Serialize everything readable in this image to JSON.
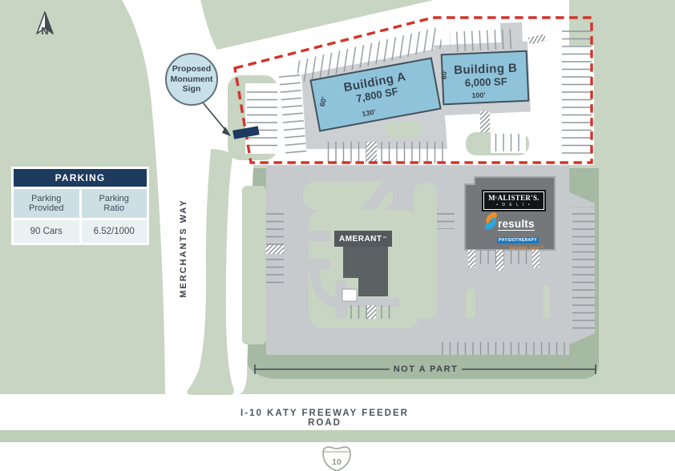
{
  "colors": {
    "green_light": "#c7d5c2",
    "green_dark_pad": "#a6b9a3",
    "green_median_strip": "#bccfb7",
    "lot_gray": "#c6cacd",
    "pad_gray": "#ccd0d3",
    "building_blue": "#8fc3da",
    "building_outline": "#42525e",
    "boundary_red": "#d2342b",
    "navy": "#1d3a5f",
    "dark_building_gray": "#75787b",
    "results_blue": "#1a79be",
    "results_orange": "#ef8e2b"
  },
  "north_label": "N",
  "monument_callout": {
    "line1": "Proposed",
    "line2": "Monument",
    "line3": "Sign"
  },
  "buildings": {
    "a": {
      "name": "Building A",
      "size": "7,800 SF",
      "depth": "60'",
      "width": "130'"
    },
    "b": {
      "name": "Building B",
      "size": "6,000 SF",
      "depth": "60'",
      "width": "100'"
    }
  },
  "parking_table": {
    "title": "PARKING",
    "columns": [
      "Parking Provided",
      "Parking Ratio"
    ],
    "values": [
      "90 Cars",
      "6.52/1000"
    ]
  },
  "roads": {
    "merchants_way": "MERCHANTS WAY",
    "feeder": "I-10 KATY FREEWAY FEEDER ROAD",
    "interstate_shield": "10"
  },
  "not_a_part_label": "NOT A PART",
  "tenants": {
    "mcalisters": {
      "name": "MᶜALISTER'S.",
      "sub": "• D E L I •"
    },
    "results": {
      "name": "results",
      "sub": "PHYSIOTHERAPY",
      "tagline": "Get better, faster™"
    },
    "amerant": {
      "name": "AMERANT",
      "tm": "™"
    }
  }
}
